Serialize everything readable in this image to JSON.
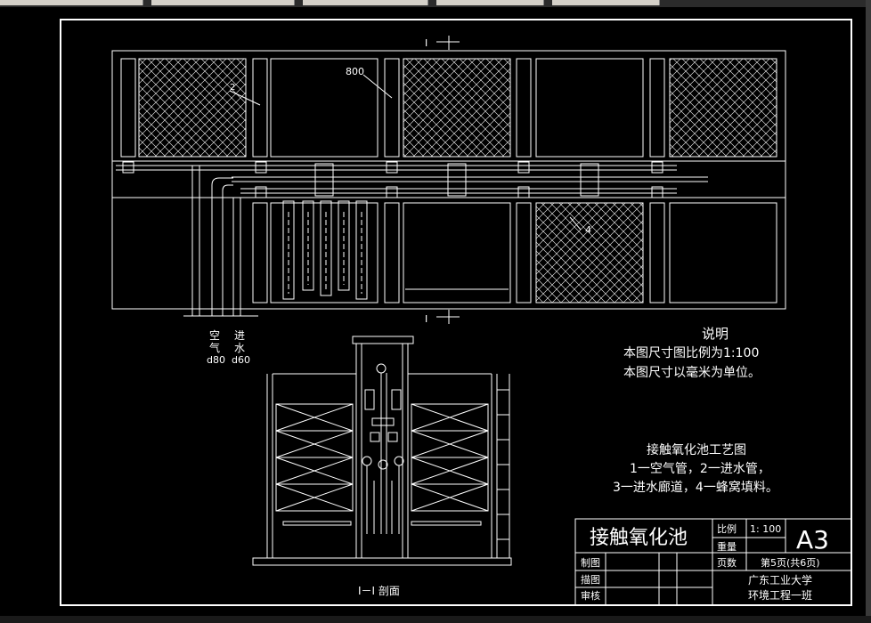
{
  "drawing": {
    "section_mark_top": "I",
    "section_mark_bottom": "I",
    "dim_label": "800",
    "callout_2": "2",
    "callout_4": "4",
    "pipe_labels": {
      "air_line1": "空",
      "air_line2": "气",
      "water_line1": "进",
      "water_line2": "水",
      "air_size": "d80",
      "water_size": "d60"
    },
    "section_caption": "I－I 剖面"
  },
  "notes": {
    "title": "说明",
    "line1": "本图尺寸图比例为1:100",
    "line2": "本图尺寸以毫米为单位。",
    "legend_title": "接触氧化池工艺图",
    "legend_line1": "1一空气管，2一进水管，",
    "legend_line2": "3一进水廊道，4一蜂窝填料。"
  },
  "title_block": {
    "name": "接触氧化池",
    "scale_label": "比例",
    "scale_value": "1: 100",
    "weight_label": "重量",
    "page_label": "页数",
    "page_value": "第5页(共6页)",
    "size": "A3",
    "drawn_label": "制图",
    "traced_label": "描图",
    "checked_label": "审核",
    "school": "广东工业大学",
    "class": "环境工程一班"
  },
  "colors": {
    "background": "#000000",
    "lines": "#ffffff"
  }
}
